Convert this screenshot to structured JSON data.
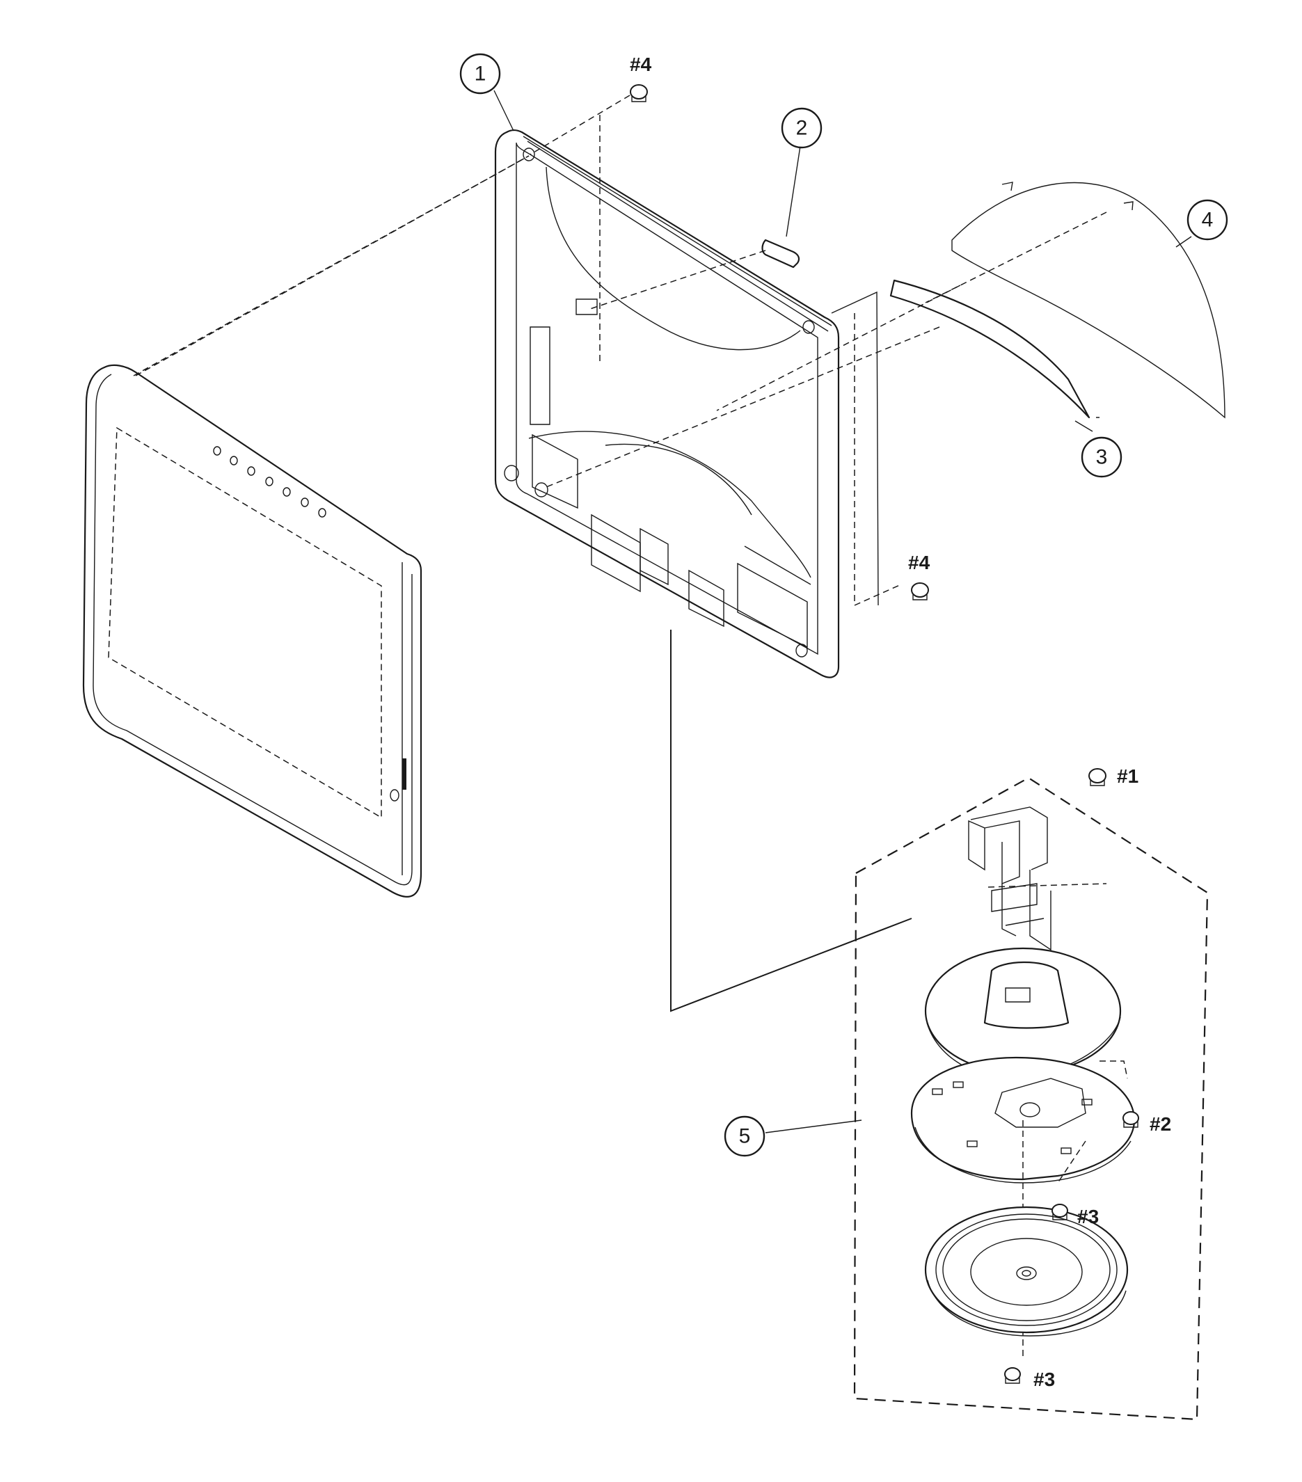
{
  "callouts": [
    {
      "id": "1",
      "label": "1"
    },
    {
      "id": "2",
      "label": "2"
    },
    {
      "id": "3",
      "label": "3"
    },
    {
      "id": "4",
      "label": "4"
    },
    {
      "id": "5",
      "label": "5"
    }
  ],
  "screw_labels": {
    "s1": "#1",
    "s2": "#2",
    "s3a": "#3",
    "s3b": "#3",
    "s4a": "#4",
    "s4b": "#4"
  }
}
